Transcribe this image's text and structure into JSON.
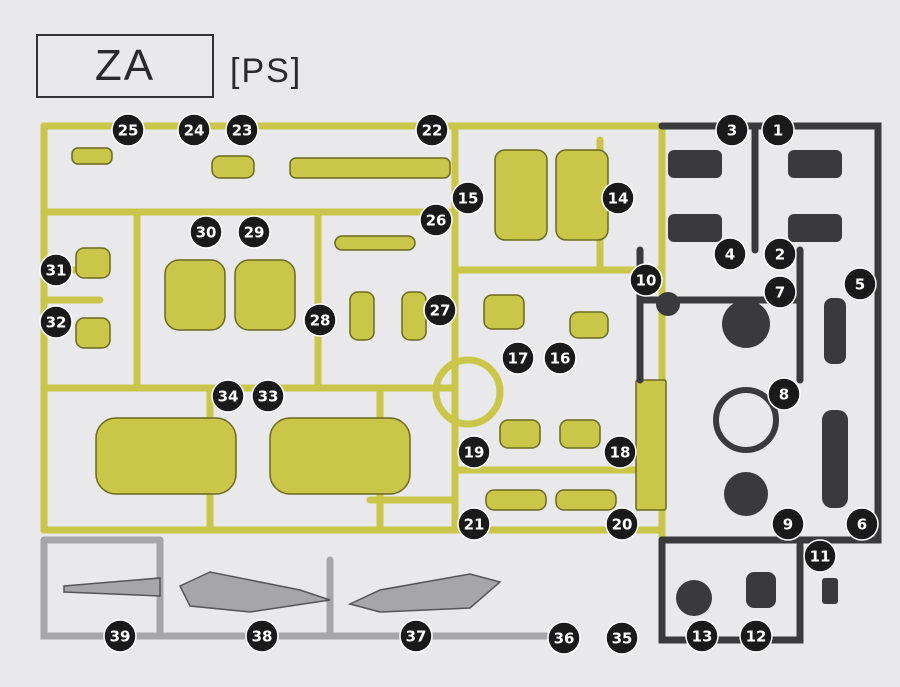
{
  "runner": {
    "code": "ZA",
    "material": "[PS]"
  },
  "colors": {
    "yellow": "#c9c64a",
    "dark": "#3a3a3c",
    "gray": "#a6a6a8",
    "label_bg": "#1a1a1a",
    "background": "#e9e8ea"
  },
  "part_numbers": [
    "1",
    "2",
    "3",
    "4",
    "5",
    "6",
    "7",
    "8",
    "9",
    "10",
    "11",
    "12",
    "13",
    "14",
    "15",
    "16",
    "17",
    "18",
    "19",
    "20",
    "21",
    "22",
    "23",
    "24",
    "25",
    "26",
    "27",
    "28",
    "29",
    "30",
    "31",
    "32",
    "33",
    "34",
    "35",
    "36",
    "37",
    "38",
    "39"
  ]
}
